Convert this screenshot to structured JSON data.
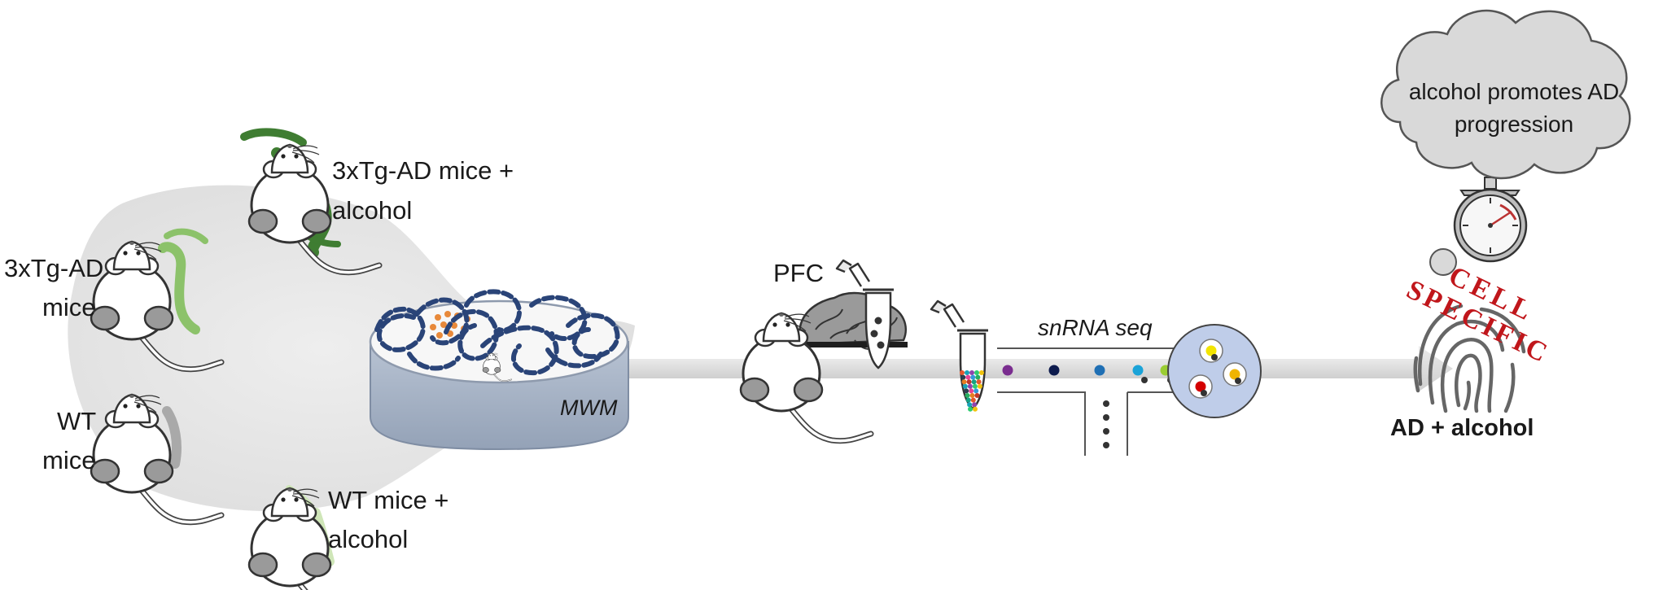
{
  "groups": [
    {
      "label_lines": [
        "3xTg-AD mice +",
        "alcohol"
      ],
      "color": "#3f7d32"
    },
    {
      "label_lines": [
        "3xTg-AD",
        "mice"
      ],
      "color": "#8cc26a"
    },
    {
      "label_lines": [
        "WT",
        "mice"
      ],
      "color": "#a9a9a9"
    },
    {
      "label_lines": [
        "WT mice +",
        "alcohol"
      ],
      "color": "#cfe6b8"
    }
  ],
  "steps": {
    "maze_label": "MWM",
    "tissue_label": "PFC",
    "seq_label": "snRNA seq",
    "result_label": "AD + alcohol"
  },
  "stamp": {
    "line1": "CELL",
    "line2": "SPECIFIC",
    "color": "#c0161b"
  },
  "thought": {
    "line1": "alcohol promotes AD",
    "line2": "progression"
  },
  "colors": {
    "arrow": "#d6d6d6",
    "maze_rim": "#a8b4c5",
    "maze_path": "#2a4478",
    "droplet_plate": "#bfcde9",
    "cloud": "#d9d9d9"
  },
  "droplet_colors": [
    "#7a2d8f",
    "#0d1b4d",
    "#1f6fb4",
    "#1aa3d8",
    "#9acd32"
  ],
  "cell_colors": [
    "#f2e400",
    "#d40000",
    "#f0b400"
  ]
}
